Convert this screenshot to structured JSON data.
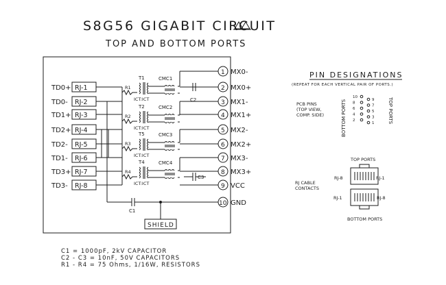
{
  "title": "S8G56 GIGABIT CIRCUIT",
  "subtitle": "TOP AND BOTTOM PORTS",
  "left_labels": [
    "TD0+",
    "TD0-",
    "TD1+",
    "TD2+",
    "TD2-",
    "TD1-",
    "TD3+",
    "TD3-"
  ],
  "rj_labels": [
    "RJ-1",
    "RJ-2",
    "RJ-3",
    "RJ-4",
    "RJ-5",
    "RJ-6",
    "RJ-7",
    "RJ-8"
  ],
  "right_pins": [
    {
      "num": "1",
      "label": "MX0-"
    },
    {
      "num": "2",
      "label": "MX0+"
    },
    {
      "num": "3",
      "label": "MX1-"
    },
    {
      "num": "4",
      "label": "MX1+"
    },
    {
      "num": "5",
      "label": "MX2-"
    },
    {
      "num": "6",
      "label": "MX2+"
    },
    {
      "num": "7",
      "label": "MX3-"
    },
    {
      "num": "8",
      "label": "MX3+"
    },
    {
      "num": "9",
      "label": "VCC"
    },
    {
      "num": "10",
      "label": "GND"
    }
  ],
  "transformers": [
    "T1",
    "T2",
    "T5",
    "T4"
  ],
  "resistors": [
    "R1",
    "R2",
    "R3",
    "R4"
  ],
  "cmcs": [
    "CMC1",
    "CMC2",
    "CMC3",
    "CMC4"
  ],
  "ict_label": "ICT:ICT",
  "caps": {
    "c1": "C1",
    "c2": "C2",
    "c3": "C3"
  },
  "shield": "SHIELD",
  "pin_designations": {
    "title": "PIN DESIGNATIONS",
    "note": "(REPEAT FOR EACH VERTICAL PAIR OF PORTS.)",
    "pcb_pins": [
      "PCB PINS",
      "(TOP VIEW,",
      "COMP. SIDE)"
    ],
    "bottom_ports_vertical": "BOTTOM PORTS",
    "top_ports_vertical": "TOP PORTS",
    "pin_grid_left": [
      "O10",
      "O8",
      "O6",
      "O4",
      "O2"
    ],
    "pin_grid_mid": [
      "O9",
      "O7",
      "O5",
      "O3",
      "O1"
    ],
    "pin_grid_left_num": [
      "10",
      "8",
      "6",
      "4",
      "2"
    ],
    "pin_grid_right_num": [
      "9",
      "7",
      "5",
      "3",
      "1"
    ]
  },
  "rj_contacts": {
    "label": [
      "RJ CABLE",
      "CONTACTS"
    ],
    "top_ports": "TOP PORTS",
    "bottom_ports": "BOTTOM PORTS",
    "top_left": "RJ-8",
    "top_right": "RJ-1",
    "bottom_left": "RJ-1",
    "bottom_right": "RJ-8"
  },
  "notes": [
    "C1 = 1000pF, 2kV CAPACITOR",
    "C2 - C3 = 10nF, 50V CAPACITORS",
    "R1 - R4 = 75 Ohms, 1/16W, RESISTORS"
  ]
}
